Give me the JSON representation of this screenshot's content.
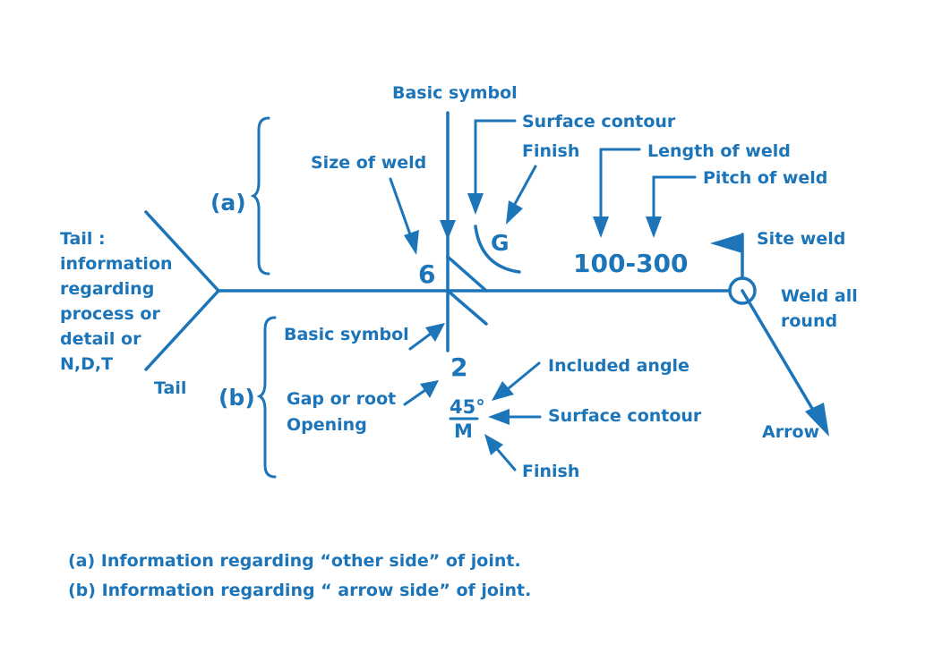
{
  "colors": {
    "primary": "#1c74b9",
    "background": "#ffffff"
  },
  "labels": {
    "basic_symbol_top": "Basic symbol",
    "surface_contour_top": "Surface contour",
    "finish_top": "Finish",
    "length_of_weld": "Length of weld",
    "pitch_of_weld": "Pitch of weld",
    "size_of_weld": "Size of weld",
    "site_weld": "Site weld",
    "weld_all_round_1": "Weld all",
    "weld_all_round_2": "round",
    "arrow": "Arrow",
    "tail_info": [
      "Tail :",
      "information",
      "regarding",
      "process or",
      "detail or",
      "N,D,T"
    ],
    "tail": "Tail",
    "basic_symbol_bottom": "Basic symbol",
    "gap_root_1": "Gap or root",
    "gap_root_2": "Opening",
    "included_angle": "Included angle",
    "surface_contour_bottom": "Surface contour",
    "finish_bottom": "Finish"
  },
  "values": {
    "size_other_side": "6",
    "finish_letter": "G",
    "length_pitch": "100-300",
    "root_opening": "2",
    "angle": "45°",
    "finish_method": "M"
  },
  "brackets": {
    "a": "(a)",
    "b": "(b)"
  },
  "notes": [
    "(a) Information regarding “other side” of joint.",
    "(b) Information regarding “ arrow side” of joint."
  ]
}
